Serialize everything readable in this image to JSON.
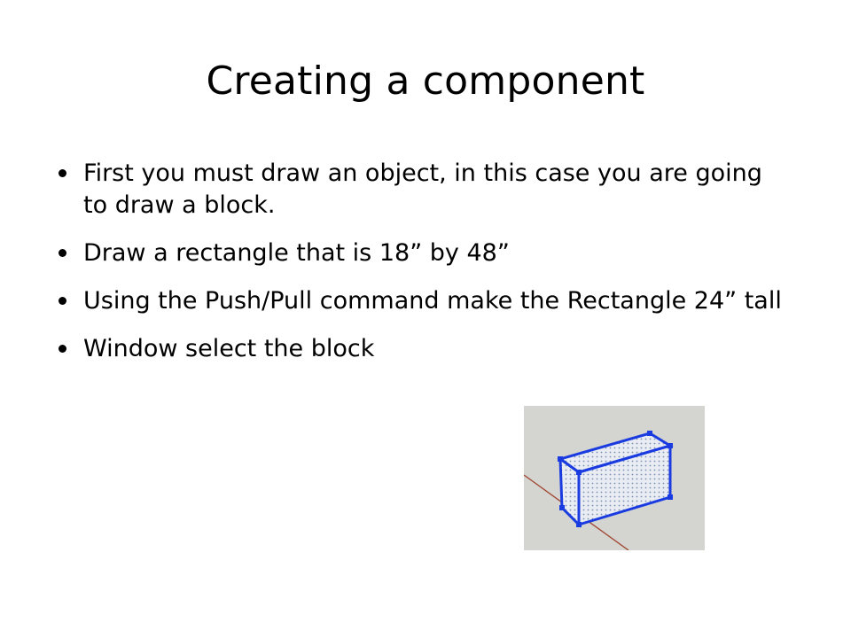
{
  "slide": {
    "title": "Creating a component",
    "bullets": [
      {
        "text": "First you must draw an object, in this case you are going to draw a block."
      },
      {
        "text": "Draw a rectangle that is 18” by 48”"
      },
      {
        "text": "Using the Push/Pull command make the Rectangle 24” tall"
      },
      {
        "text": "Window select the block"
      }
    ]
  },
  "figure": {
    "description_icon": "selected-block-icon",
    "colors": {
      "background": "#d4d4d0",
      "edge": "#1a3be0",
      "face_fill": "#e9ecf2",
      "dots": "#7a8fb5",
      "axis": "#a0422e"
    }
  }
}
